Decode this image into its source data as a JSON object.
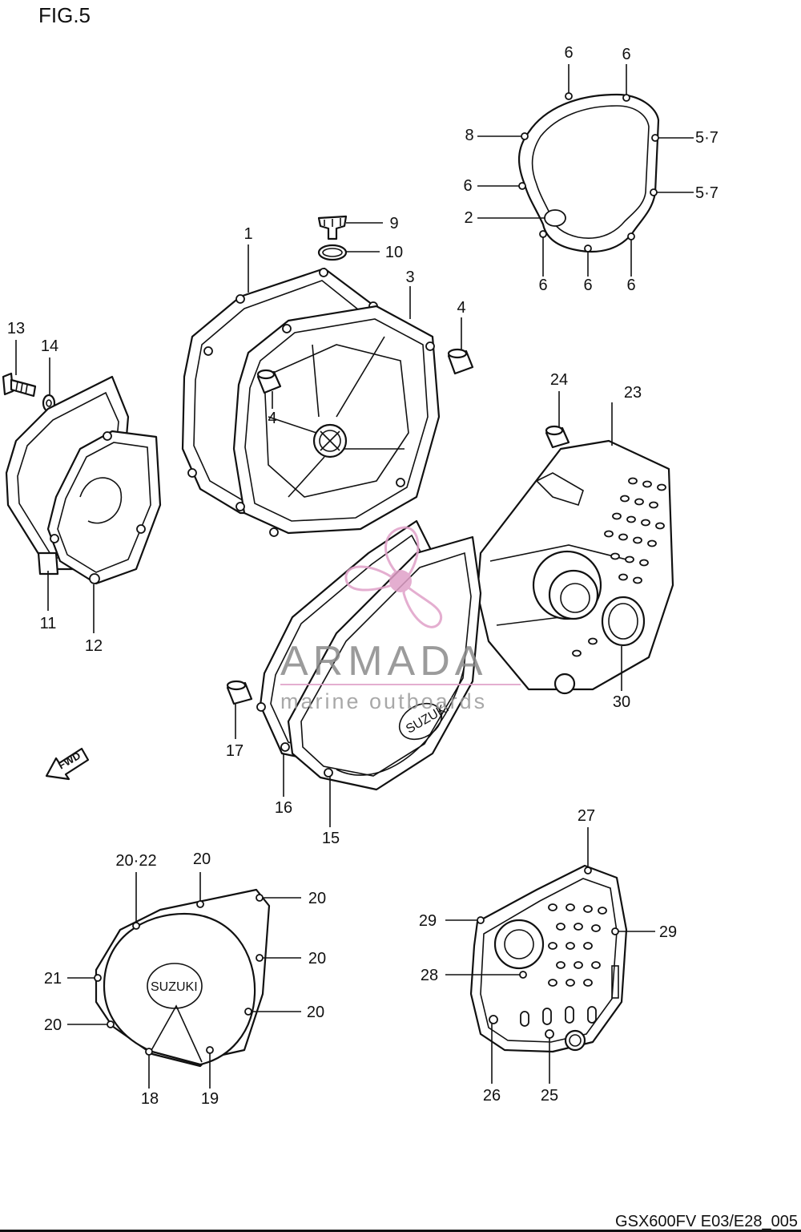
{
  "figure": {
    "title": "FIG.5",
    "code": "GSX600FV E03/E28_005"
  },
  "watermark": {
    "name": "ARMADA",
    "tagline": "marine outboards",
    "accent": "#e0a0c8"
  },
  "markings": {
    "fwd": "FWD",
    "cover_brand_1": "SUZUKI",
    "cover_brand_2": "SUZUKI"
  },
  "callouts": [
    {
      "id": "c1",
      "label": "1"
    },
    {
      "id": "c2",
      "label": "2"
    },
    {
      "id": "c3",
      "label": "3"
    },
    {
      "id": "c4a",
      "label": "4"
    },
    {
      "id": "c4b",
      "label": "4"
    },
    {
      "id": "c5a",
      "label": "5·7"
    },
    {
      "id": "c5b",
      "label": "5·7"
    },
    {
      "id": "c6a",
      "label": "6"
    },
    {
      "id": "c6b",
      "label": "6"
    },
    {
      "id": "c6c",
      "label": "6"
    },
    {
      "id": "c6d",
      "label": "6"
    },
    {
      "id": "c6e",
      "label": "6"
    },
    {
      "id": "c6f",
      "label": "6"
    },
    {
      "id": "c8",
      "label": "8"
    },
    {
      "id": "c9",
      "label": "9"
    },
    {
      "id": "c10",
      "label": "10"
    },
    {
      "id": "c11",
      "label": "11"
    },
    {
      "id": "c12",
      "label": "12"
    },
    {
      "id": "c13",
      "label": "13"
    },
    {
      "id": "c14",
      "label": "14"
    },
    {
      "id": "c15",
      "label": "15"
    },
    {
      "id": "c16",
      "label": "16"
    },
    {
      "id": "c17",
      "label": "17"
    },
    {
      "id": "c18",
      "label": "18"
    },
    {
      "id": "c19",
      "label": "19"
    },
    {
      "id": "c20a",
      "label": "20·22"
    },
    {
      "id": "c20b",
      "label": "20"
    },
    {
      "id": "c20c",
      "label": "20"
    },
    {
      "id": "c20d",
      "label": "20"
    },
    {
      "id": "c20e",
      "label": "20"
    },
    {
      "id": "c20f",
      "label": "20"
    },
    {
      "id": "c21",
      "label": "21"
    },
    {
      "id": "c23",
      "label": "23"
    },
    {
      "id": "c24",
      "label": "24"
    },
    {
      "id": "c25",
      "label": "25"
    },
    {
      "id": "c26",
      "label": "26"
    },
    {
      "id": "c27",
      "label": "27"
    },
    {
      "id": "c28",
      "label": "28"
    },
    {
      "id": "c29a",
      "label": "29"
    },
    {
      "id": "c29b",
      "label": "29"
    },
    {
      "id": "c30",
      "label": "30"
    }
  ]
}
